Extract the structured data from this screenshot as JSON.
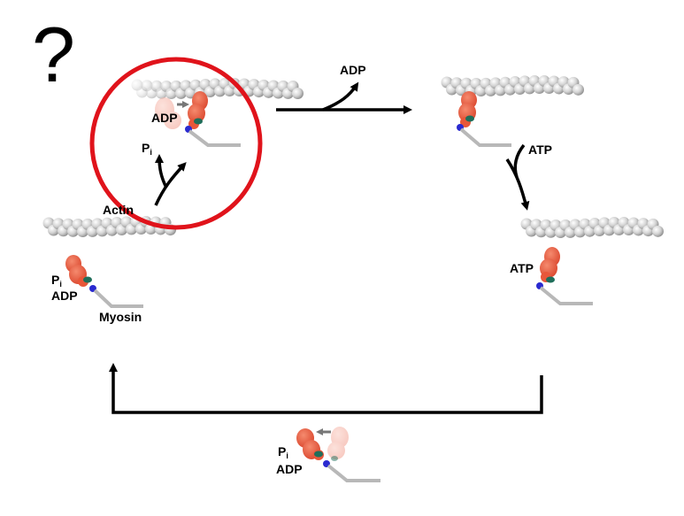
{
  "question_mark": "?",
  "labels": {
    "actin": "Actin",
    "myosin": "Myosin",
    "adp_top_arrow": "ADP",
    "atp_right_arrow": "ATP",
    "atp_right_bound": "ATP",
    "adp_circle": "ADP",
    "pi_circle": "P",
    "pi_circle_sub": "i",
    "pi_left": "P",
    "pi_left_sub": "i",
    "adp_left": "ADP",
    "pi_bottom": "P",
    "pi_bottom_sub": "i",
    "adp_bottom": "ADP"
  },
  "colors": {
    "actin_bead": "#c9c9c9",
    "myosin_head": "#e8573a",
    "myosin_head_faded": "#f4a89a",
    "lever_blue": "#2a2ad0",
    "converter_green": "#1f6e5a",
    "tail": "#b8b8b8",
    "highlight_circle": "#e0131b",
    "arrow": "#000000",
    "small_arrow": "#777777"
  }
}
